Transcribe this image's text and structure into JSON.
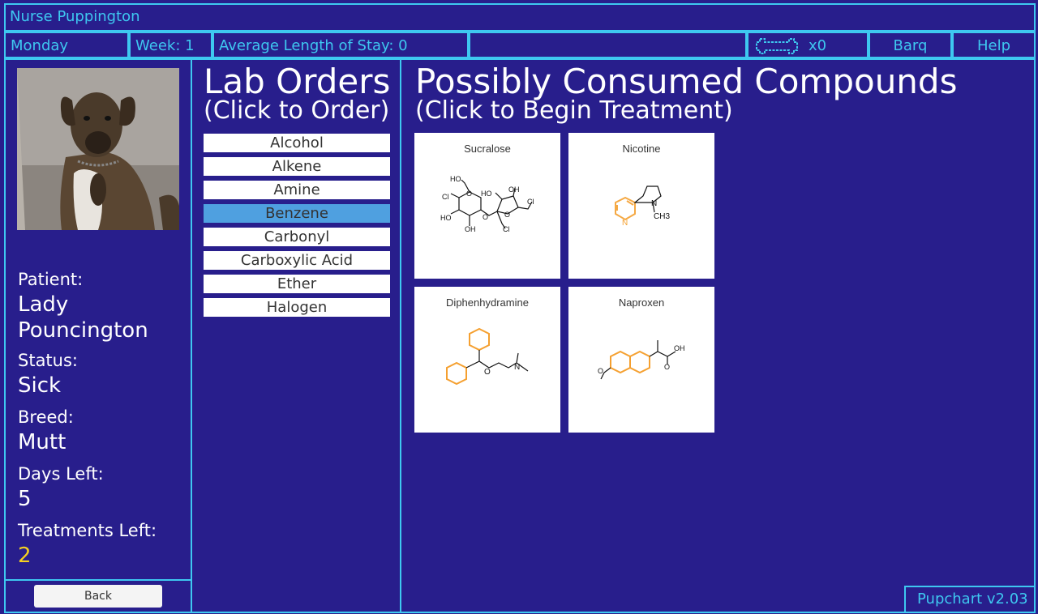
{
  "app": {
    "title": "Nurse Puppington",
    "version": "Pupchart v2.03"
  },
  "header": {
    "day": "Monday",
    "week": "Week: 1",
    "avg_stay": "Average Length of Stay: 0",
    "bones": "x0",
    "barq": "Barq",
    "help": "Help"
  },
  "patient": {
    "patient_label": "Patient:",
    "name_line1": "Lady",
    "name_line2": "Pouncington",
    "status_label": "Status:",
    "status": "Sick",
    "breed_label": "Breed:",
    "breed": "Mutt",
    "days_label": "Days Left:",
    "days": "5",
    "treat_label": "Treatments Left:",
    "treatments": "2",
    "treatments_color": "#f5d020",
    "photo_icon": "dog-photo"
  },
  "lab": {
    "title": "Lab Orders",
    "subtitle": "(Click to Order)",
    "items": [
      {
        "label": "Alcohol",
        "selected": false
      },
      {
        "label": "Alkene",
        "selected": false
      },
      {
        "label": "Amine",
        "selected": false
      },
      {
        "label": "Benzene",
        "selected": true
      },
      {
        "label": "Carbonyl",
        "selected": false
      },
      {
        "label": "Carboxylic Acid",
        "selected": false
      },
      {
        "label": "Ether",
        "selected": false
      },
      {
        "label": "Halogen",
        "selected": false
      }
    ]
  },
  "compounds": {
    "title": "Possibly Consumed Compounds",
    "subtitle": "(Click to Begin Treatment)",
    "items": [
      {
        "name": "Sucralose",
        "atoms": [
          "HO",
          "Cl",
          "HO",
          "OH",
          "HO",
          "OH",
          "Cl",
          "Cl",
          "O",
          "O",
          "O"
        ]
      },
      {
        "name": "Nicotine",
        "atoms": [
          "N",
          "N",
          "CH3"
        ]
      },
      {
        "name": "Diphenhydramine",
        "atoms": [
          "O",
          "N"
        ]
      },
      {
        "name": "Naproxen",
        "atoms": [
          "OH",
          "O",
          "O"
        ]
      }
    ]
  },
  "footer": {
    "back": "Back"
  },
  "colors": {
    "background": "#281e8c",
    "accent": "#3ec8f0",
    "highlight": "#f5a030",
    "selected": "#4fa0e0"
  }
}
